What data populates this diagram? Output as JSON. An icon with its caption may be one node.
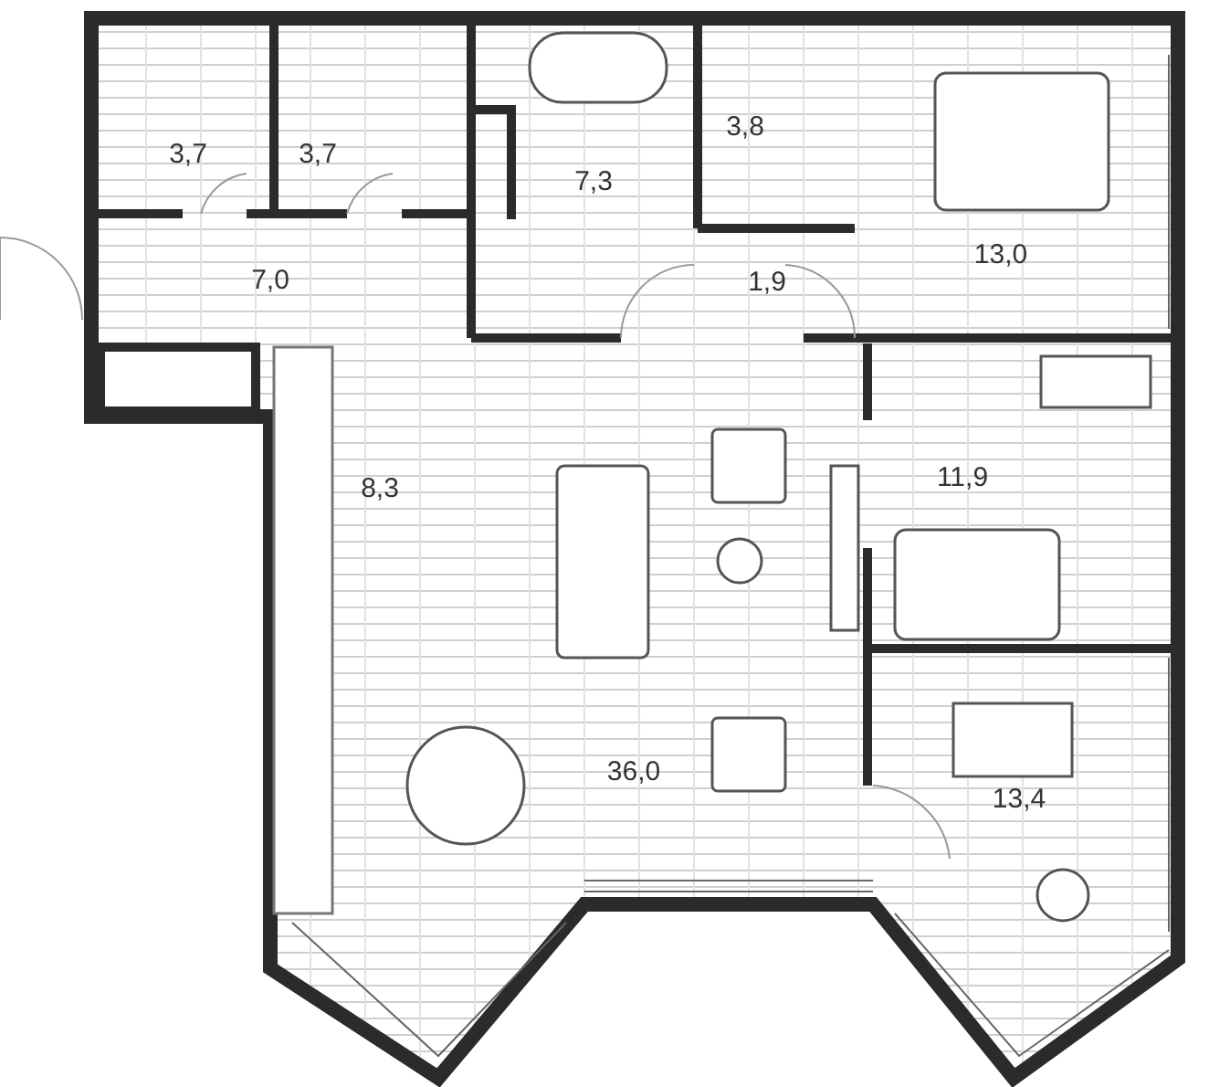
{
  "diagram": {
    "nodes": [
      {
        "text": [
          "3,7"
        ]
      },
      {
        "text": [
          "3,7"
        ]
      },
      {
        "text": [
          "7,3"
        ]
      },
      {
        "text": [
          "3,8"
        ]
      },
      {
        "text": [
          "13,0"
        ]
      },
      {
        "text": [
          "7,0"
        ]
      },
      {
        "text": [
          "1,9"
        ]
      },
      {
        "text": [
          "11,9"
        ]
      },
      {
        "text": [
          "8,3"
        ]
      },
      {
        "text": [
          "36,0"
        ]
      },
      {
        "text": [
          "13,4"
        ]
      }
    ]
  }
}
